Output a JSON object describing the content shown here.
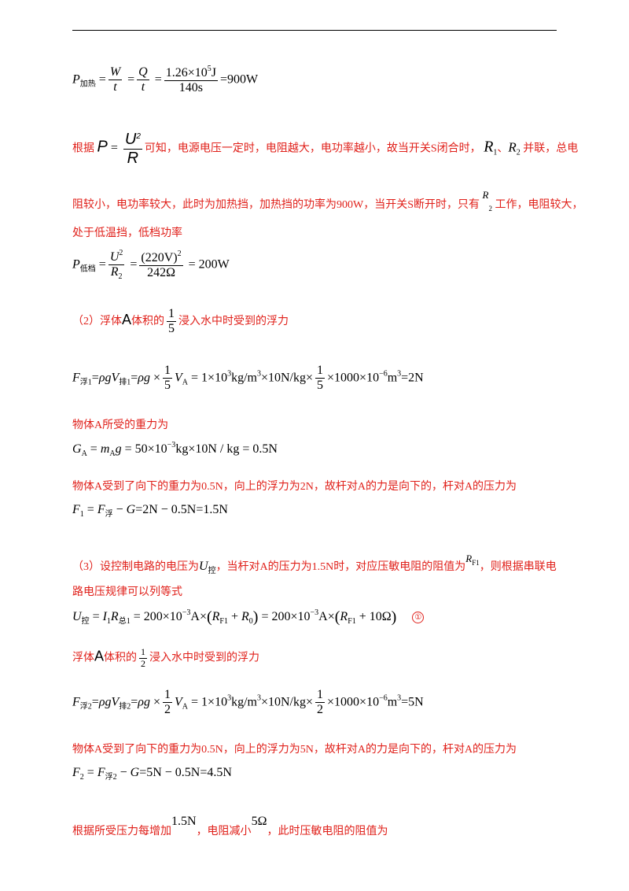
{
  "eq1": {
    "sub_jiare": "加热",
    "num_val": "1.26×10",
    "num_exp": "5",
    "num_unit": "J",
    "den_val": "140s",
    "result": "=900W"
  },
  "p1": {
    "lead": "根据",
    "after_formula": "可知，电源电压一定时，电阻越大，电功率越小，故当开关S闭合时，",
    "mid": "、",
    "tail": "并联，总电"
  },
  "p2": {
    "text_a": "阻较小，电功率较大，此时为加热挡，加热挡的功率为900W，当开关S断开时，只有",
    "text_b": "工作，电阻较大，"
  },
  "p3": {
    "text": "处于低温挡，低档功率"
  },
  "eq2": {
    "sub_didang": "低档",
    "num_paren": "(220V)",
    "den": "242Ω",
    "result": "= 200W"
  },
  "s2": {
    "prefix": "（2）浮体",
    "a": "A",
    "mid": "体积的",
    "tail": "浸入水中时受到的浮力"
  },
  "eq3": {
    "sub1": "浮1",
    "sub2": "排1",
    "rest_a": "= 1×10",
    "exp3": "3",
    "rest_b": "kg/m",
    "rest_c": "×10N/kg×",
    "rest_d": "×1000×10",
    "expm6": "−6",
    "rest_e": "m",
    "result": "=2N"
  },
  "p4": {
    "text": "物体A所受的重力为"
  },
  "eq4": {
    "text_a": "= 50×10",
    "exp": "−3",
    "text_b": "kg×10N / kg = 0.5N"
  },
  "p5": {
    "text": "物体A受到了向下的重力为0.5N，向上的浮力为2N，故杆对A的力是向下的，杆对A的压力为"
  },
  "eq5": {
    "sub_fu": "浮",
    "text_a": "−",
    "text_b": "=2N − 0.5N=1.5N"
  },
  "s3": {
    "text_a": "（3）设控制电路的电压为",
    "sub_kong": "控",
    "text_b": "，当杆对A的压力为1.5N时，对应压敏电阻的阻值为",
    "text_c": "，则根据串联电"
  },
  "p6": {
    "text": "路电压规律可以列等式"
  },
  "eq6": {
    "sub_kong": "控",
    "sub_zong1": "总1",
    "text_a": "= 200×10",
    "exp": "−3",
    "text_b": "A×",
    "text_c": "= 200×10",
    "text_d": "A×",
    "tail": "+ 10Ω",
    "marker": "①"
  },
  "s4": {
    "prefix": "浮体",
    "a": "A",
    "mid": "体积的",
    "tail": "浸入水中时受到的浮力"
  },
  "eq7": {
    "sub1": "浮2",
    "sub2": "排2",
    "rest_a": "= 1×10",
    "exp3": "3",
    "rest_b": "kg/m",
    "rest_c": "×10N/kg×",
    "rest_d": "×1000×10",
    "expm6": "−6",
    "rest_e": "m",
    "result": "=5N"
  },
  "p7": {
    "text": "物体A受到了向下的重力为0.5N，向上的浮力为5N，故杆对A的力是向下的，杆对A的压力为"
  },
  "eq8": {
    "sub_fu2": "浮2",
    "text_b": "=5N − 0.5N=4.5N"
  },
  "p8": {
    "text_a": "根据所受压力每增加",
    "v1": "1.5N",
    "text_b": "，电阻减小",
    "v2": "5Ω",
    "text_c": "，此时压敏电阻的阻值为"
  }
}
